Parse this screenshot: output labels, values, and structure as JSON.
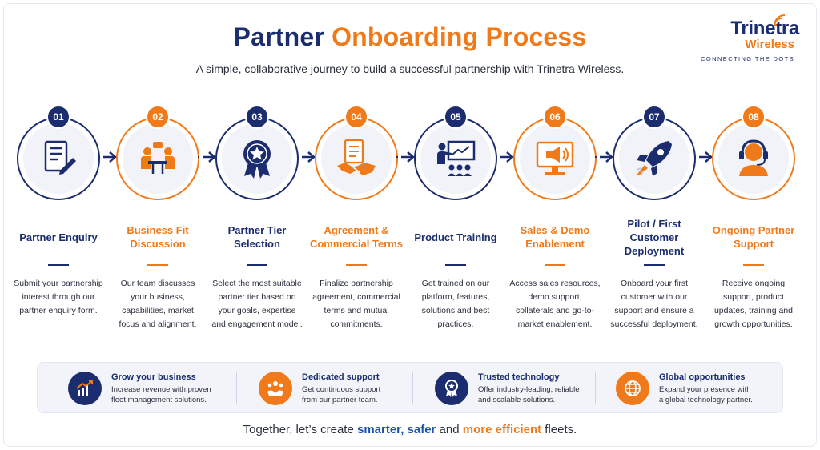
{
  "header": {
    "title_part1": "Partner",
    "title_part2": "Onboarding Process",
    "subtitle": "A simple, collaborative journey to build a successful partnership with Trinetra Wireless."
  },
  "logo": {
    "name": "Trinetra",
    "sub": "Wireless",
    "tagline": "CONNECTING THE DOTS"
  },
  "steps": [
    {
      "num": "01",
      "title": "Partner Enquiry",
      "desc": "Submit your partnership interest through our partner enquiry form.",
      "icon": "form-icon",
      "accent": "#1b2d6e"
    },
    {
      "num": "02",
      "title": "Business Fit Discussion",
      "desc": "Our team discusses your business, capabilities, market focus and alignment.",
      "icon": "meeting-icon",
      "accent": "#f07a1a"
    },
    {
      "num": "03",
      "title": "Partner Tier Selection",
      "desc": "Select the most suitable partner tier based on your goals, expertise and engagement model.",
      "icon": "award-icon",
      "accent": "#1b2d6e"
    },
    {
      "num": "04",
      "title": "Agreement & Commercial Terms",
      "desc": "Finalize partnership agreement, commercial terms and mutual commitments.",
      "icon": "handshake-icon",
      "accent": "#f07a1a"
    },
    {
      "num": "05",
      "title": "Product Training",
      "desc": "Get trained on our platform, features, solutions and best practices.",
      "icon": "training-icon",
      "accent": "#1b2d6e"
    },
    {
      "num": "06",
      "title": "Sales & Demo Enablement",
      "desc": "Access sales resources, demo support, collaterals and go-to-market enablement.",
      "icon": "megaphone-icon",
      "accent": "#f07a1a"
    },
    {
      "num": "07",
      "title": "Pilot / First Customer Deployment",
      "desc": "Onboard your first customer with our support and ensure a successful deployment.",
      "icon": "rocket-icon",
      "accent": "#1b2d6e"
    },
    {
      "num": "08",
      "title": "Ongoing Partner Support",
      "desc": "Receive ongoing support, product updates, training and growth opportunities.",
      "icon": "support-agent-icon",
      "accent": "#f07a1a"
    }
  ],
  "features": [
    {
      "title": "Grow your business",
      "line1": "Increase revenue with proven",
      "line2": "fleet management solutions.",
      "icon": "growth-chart-icon"
    },
    {
      "title": "Dedicated support",
      "line1": "Get continuous support",
      "line2": "from our partner team.",
      "icon": "team-support-icon"
    },
    {
      "title": "Trusted technology",
      "line1": "Offer industry-leading, reliable",
      "line2": "and scalable solutions.",
      "icon": "badge-icon"
    },
    {
      "title": "Global opportunities",
      "line1": "Expand your presence with",
      "line2": "a global technology partner.",
      "icon": "globe-icon"
    }
  ],
  "footer": {
    "prefix": "Together, let’s create ",
    "highlight1": "smarter, safer",
    "middle": " and ",
    "highlight2": "more efficient",
    "suffix": " fleets."
  }
}
